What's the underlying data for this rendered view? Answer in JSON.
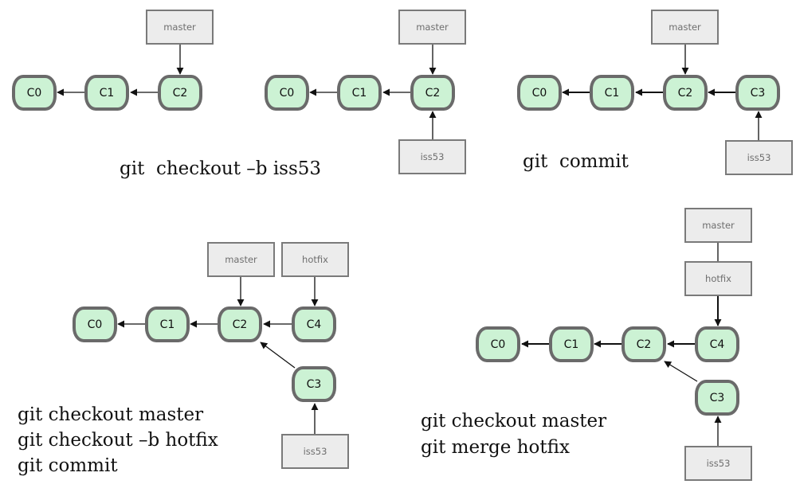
{
  "colors": {
    "commit_fill": "#ccf2d4",
    "commit_border": "#6a6a6a",
    "ref_fill": "#ececec",
    "ref_border": "#7a7a7a",
    "arrow": "#111111"
  },
  "panels": [
    {
      "id": "p1",
      "commits": [
        "C0",
        "C1",
        "C2"
      ],
      "refs": [
        {
          "name": "master",
          "points_to": "C2"
        }
      ],
      "parents": [
        [
          "C1",
          "C0"
        ],
        [
          "C2",
          "C1"
        ]
      ],
      "caption": []
    },
    {
      "id": "p2",
      "commits": [
        "C0",
        "C1",
        "C2"
      ],
      "refs": [
        {
          "name": "master",
          "points_to": "C2"
        },
        {
          "name": "iss53",
          "points_to": "C2"
        }
      ],
      "parents": [
        [
          "C1",
          "C0"
        ],
        [
          "C2",
          "C1"
        ]
      ],
      "caption": [
        "git  checkout –b iss53"
      ]
    },
    {
      "id": "p3",
      "commits": [
        "C0",
        "C1",
        "C2",
        "C3"
      ],
      "refs": [
        {
          "name": "master",
          "points_to": "C2"
        },
        {
          "name": "iss53",
          "points_to": "C3"
        }
      ],
      "parents": [
        [
          "C1",
          "C0"
        ],
        [
          "C2",
          "C1"
        ],
        [
          "C3",
          "C2"
        ]
      ],
      "caption": [
        "git  commit"
      ]
    },
    {
      "id": "p4",
      "commits": [
        "C0",
        "C1",
        "C2",
        "C4",
        "C3"
      ],
      "refs": [
        {
          "name": "master",
          "points_to": "C2"
        },
        {
          "name": "hotfix",
          "points_to": "C4"
        },
        {
          "name": "iss53",
          "points_to": "C3"
        }
      ],
      "parents": [
        [
          "C1",
          "C0"
        ],
        [
          "C2",
          "C1"
        ],
        [
          "C4",
          "C2"
        ],
        [
          "C3",
          "C2"
        ]
      ],
      "caption": [
        "git checkout master",
        "git checkout –b hotfix",
        "git commit"
      ]
    },
    {
      "id": "p5",
      "commits": [
        "C0",
        "C1",
        "C2",
        "C4",
        "C3"
      ],
      "refs": [
        {
          "name": "master",
          "points_to": "hotfix"
        },
        {
          "name": "hotfix",
          "points_to": "C4"
        },
        {
          "name": "iss53",
          "points_to": "C3"
        }
      ],
      "parents": [
        [
          "C1",
          "C0"
        ],
        [
          "C2",
          "C1"
        ],
        [
          "C4",
          "C2"
        ],
        [
          "C3",
          "C2"
        ]
      ],
      "caption": [
        "git checkout master",
        "git merge hotfix"
      ]
    }
  ]
}
